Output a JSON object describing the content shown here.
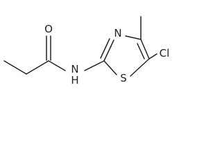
{
  "diagram": {
    "labels": {
      "oxygen": "O",
      "nitrogen_ring": "N",
      "amide_nh": "N",
      "amide_h": "H",
      "sulfur": "S",
      "chlorine": "Cl"
    },
    "colors": {
      "bond": "#222222",
      "text": "#222222",
      "background": "#ffffff"
    }
  }
}
